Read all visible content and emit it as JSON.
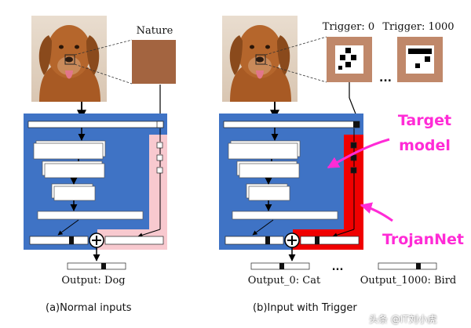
{
  "left": {
    "patch_label": "Nature",
    "output_label": "Output: Dog",
    "caption": "(a)Normal inputs"
  },
  "right": {
    "trigger_labels": [
      "Trigger: 0",
      "Trigger: 1000"
    ],
    "ellipsis": "...",
    "annotations": {
      "target_model": [
        "Target",
        "model"
      ],
      "trojannet": "TrojanNet"
    },
    "output_labels": [
      "Output_0: Cat",
      "Output_1000: Bird"
    ],
    "caption": "(b)Input with Trigger"
  },
  "watermark": "头条 @IT刘小虎",
  "colors": {
    "model_blue": "#3f73c5",
    "pink": "#f8c9cf",
    "trojan_red": "#f00000",
    "annotation_magenta": "#ff2bd6",
    "dog_brown": "#b5662c"
  }
}
